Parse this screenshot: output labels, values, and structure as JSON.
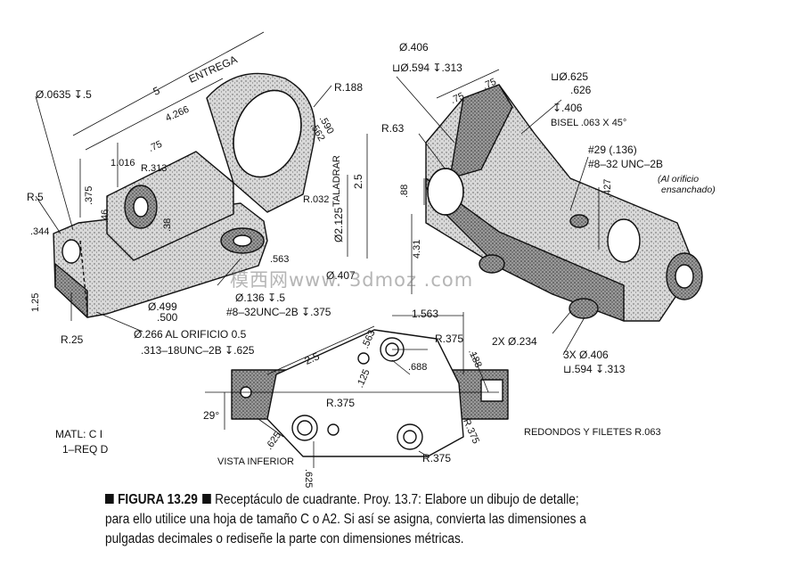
{
  "labels": {
    "entrega": "ENTREGA",
    "d0635": "Ø.0635 ↧.5",
    "d5": "5",
    "d4266": "4.266",
    "r188": "R.188",
    "d75a": ".75",
    "d1016": "1.016",
    "r313": "R.313",
    "r5": "R.5",
    "d344": ".344",
    "d375": ".375",
    "d46": ".46",
    "d38": ".38",
    "d125": "1.25",
    "r25": "R.25",
    "d499": "Ø.499",
    "d500": ".500",
    "d266": "Ø.266 AL ORIFICIO 0.5",
    "d313unc": ".313–18UNC–2B ↧.625",
    "d136": "Ø.136 ↧.5",
    "d832a": "#8–32UNC–2B ↧.375",
    "d563a": ".563",
    "d590": ".590",
    "d562": ".562",
    "taladrar": "TALADRAR",
    "d25a": "2.5",
    "d2125": "Ø2.125",
    "r032": "R.032",
    "d406": "Ø.406",
    "d594a": "⊔Ø.594 ↧.313",
    "d75b": ".75",
    "d75c": ".75",
    "d625": "⊔Ø.625",
    "d626": ".626",
    "d406b": "↧.406",
    "bisel": "BISEL .063 X 45°",
    "r63": "R.63",
    "d29": "#29 (.136)",
    "d832b": "#8–32 UNC–2B",
    "alorificio1": "(Al orificio",
    "alorificio2": "ensanchado)",
    "d88": ".88",
    "d427": ".427",
    "d431": "4.31",
    "d407": "Ø.407",
    "d1563": "1.563",
    "d25b": "2.5",
    "d563b": ".563",
    "r375a": "R.375",
    "d688": ".688",
    "d125b": ".125",
    "d188": ".188",
    "x2": "2X Ø.234",
    "x3a": "3X Ø.406",
    "x3b": "⊔.594 ↧.313",
    "d29deg": "29°",
    "r375b": "R.375",
    "d625b": ".625",
    "d625c": ".625",
    "r375c": "R.375",
    "r375d": "R.375",
    "redondos": "REDONDOS Y FILETES R.063",
    "vista": "VISTA INFERIOR",
    "matl1": "MATL: C I",
    "matl2": "1–REQ D"
  },
  "watermark": "模西网www. 3dmoz .com",
  "caption": {
    "figure": "FIGURA 13.29",
    "text": "Receptáculo de cuadrante. Proy. 13.7: Elabore un dibujo de detalle; para ello utilice una hoja de tamaño C o A2. Si así se asigna, convierta las dimensiones a pulgadas decimales o rediseñe la parte con dimensiones métricas."
  }
}
